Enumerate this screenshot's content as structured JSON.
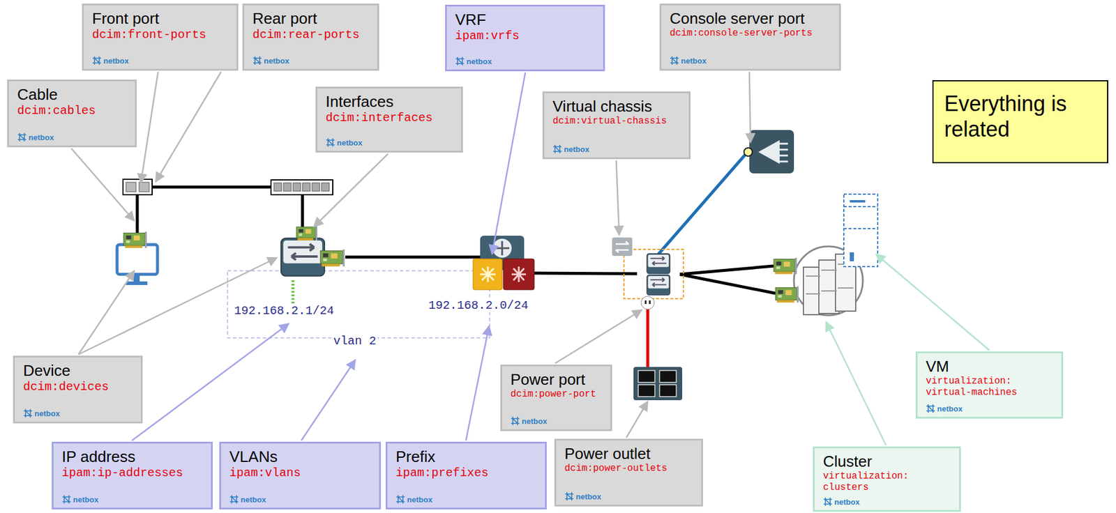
{
  "diagram": {
    "nodes": [
      {
        "text": [
          "Front port",
          "dcim:front-ports",
          "netbox"
        ]
      },
      {
        "text": [
          "Rear port",
          "dcim:rear-ports",
          "netbox"
        ]
      },
      {
        "text": [
          "VRF",
          "ipam:vrfs",
          "netbox"
        ]
      },
      {
        "text": [
          "Console server port",
          "dcim:console-server-ports",
          "netbox"
        ]
      },
      {
        "text": [
          "Cable",
          "dcim:cables",
          "netbox"
        ]
      },
      {
        "text": [
          "Interfaces",
          "dcim:interfaces",
          "netbox"
        ]
      },
      {
        "text": [
          "Virtual chassis",
          "dcim:virtual-chassis",
          "netbox"
        ]
      },
      {
        "text": [
          "Everything is related"
        ]
      },
      {
        "text": [
          "Device",
          "dcim:devices",
          "netbox"
        ]
      },
      {
        "text": [
          "VM",
          "virtualization: virtual-machines",
          "netbox"
        ]
      },
      {
        "text": [
          "Power port",
          "dcim:power-port",
          "netbox"
        ]
      },
      {
        "text": [
          "Power outlet",
          "dcim:power-outlets",
          "netbox"
        ]
      },
      {
        "text": [
          "IP address",
          "ipam:ip-addresses",
          "netbox"
        ]
      },
      {
        "text": [
          "VLANs",
          "ipam:vlans",
          "netbox"
        ]
      },
      {
        "text": [
          "Prefix",
          "ipam:prefixes",
          "netbox"
        ]
      },
      {
        "text": [
          "Cluster",
          "virtualization: clusters",
          "netbox"
        ]
      }
    ],
    "labels": [
      "192.168.2.1/24",
      "192.168.2.0/24",
      "vlan 2"
    ]
  }
}
